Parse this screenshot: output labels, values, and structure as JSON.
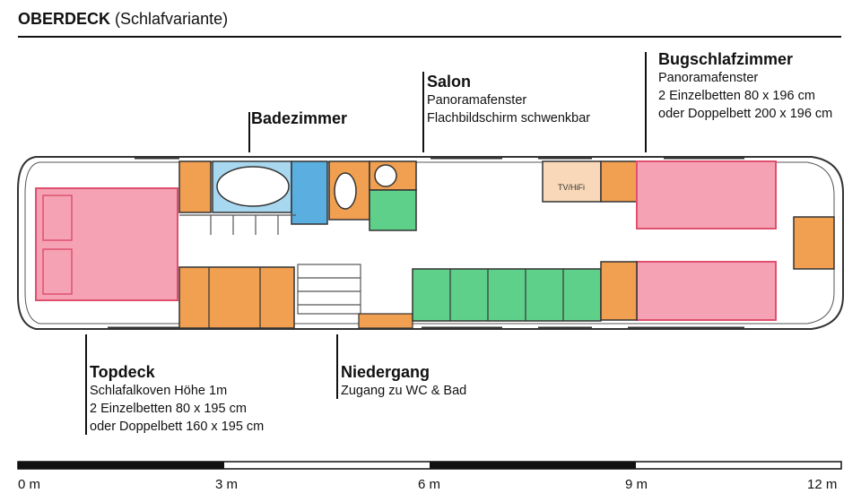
{
  "header": {
    "title_bold": "OBERDECK",
    "title_rest": "(Schlafvariante)"
  },
  "rooms": {
    "badezimmer": {
      "name": "Badezimmer"
    },
    "salon": {
      "name": "Salon",
      "lines": [
        "Panoramafenster",
        "Flachbildschirm schwenkbar"
      ]
    },
    "bugschlafzimmer": {
      "name": "Bugschlafzimmer",
      "lines": [
        "Panoramafenster",
        "2 Einzelbetten 80 x 196 cm",
        "oder Doppelbett 200 x 196 cm"
      ]
    },
    "topdeck": {
      "name": "Topdeck",
      "lines": [
        "Schlafalkoven Höhe 1m",
        "2 Einzelbetten 80 x 195 cm",
        "oder Doppelbett 160 x 195 cm"
      ]
    },
    "niedergang": {
      "name": "Niedergang",
      "lines": [
        "Zugang zu WC & Bad"
      ]
    }
  },
  "plan_labels": {
    "tv": "TV/HiFi"
  },
  "scale": {
    "ticks": [
      "0 m",
      "3 m",
      "6 m",
      "9 m",
      "12 m"
    ]
  },
  "colors": {
    "bed": "#f06e8a",
    "bed_fill": "#f5a3b4",
    "wood": "#f0a050",
    "wood_dark": "#d9772c",
    "shower": "#5aaee0",
    "green": "#5fd08a",
    "outline": "#333333"
  }
}
